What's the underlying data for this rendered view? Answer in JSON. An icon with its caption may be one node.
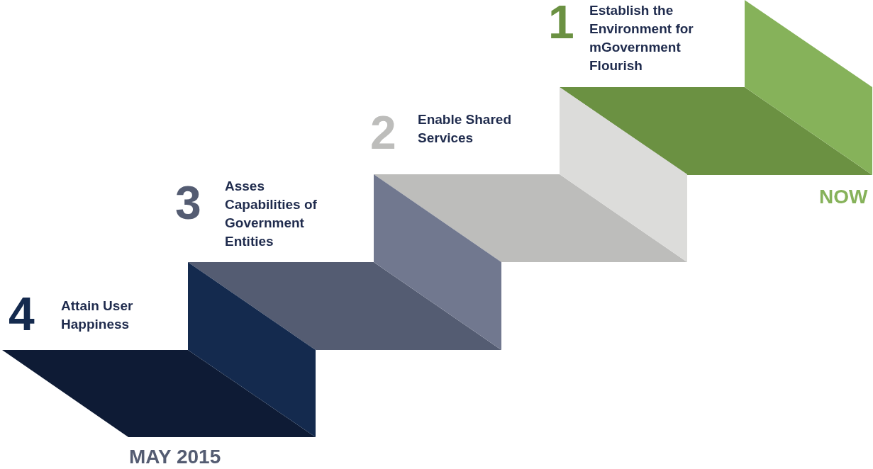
{
  "diagram": {
    "nodes": [
      {
        "text": [
          "1",
          "Establish the Environment for mGovernment Flourish"
        ]
      },
      {
        "text": [
          "2",
          "Enable Shared Services"
        ]
      },
      {
        "text": [
          "3",
          "Asses Capabilities of Government Entities"
        ]
      },
      {
        "text": [
          "4",
          "Attain User Happiness"
        ]
      }
    ],
    "labels": [
      "NOW",
      "MAY 2015"
    ]
  }
}
